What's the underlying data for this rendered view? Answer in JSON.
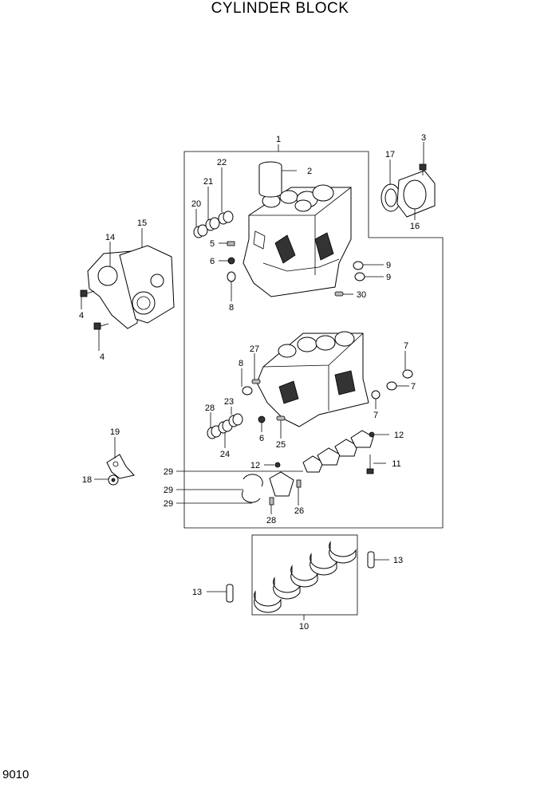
{
  "title": "CYLINDER BLOCK",
  "page_code": "9010",
  "callouts": {
    "c1": "1",
    "c2": "2",
    "c3": "3",
    "c4a": "4",
    "c4b": "4",
    "c5": "5",
    "c6a": "6",
    "c6b": "6",
    "c7a": "7",
    "c7b": "7",
    "c7c": "7",
    "c8": "8",
    "c8b": "8",
    "c9a": "9",
    "c9b": "9",
    "c10": "10",
    "c11": "11",
    "c12a": "12",
    "c12b": "12",
    "c13a": "13",
    "c13b": "13",
    "c14": "14",
    "c15": "15",
    "c16": "16",
    "c17": "17",
    "c18": "18",
    "c19": "19",
    "c20": "20",
    "c21": "21",
    "c22": "22",
    "c23": "23",
    "c24": "24",
    "c25": "25",
    "c26": "26",
    "c27": "27",
    "c28a": "28",
    "c28b": "28",
    "c29a": "29",
    "c29b": "29",
    "c29c": "29",
    "c30": "30"
  }
}
